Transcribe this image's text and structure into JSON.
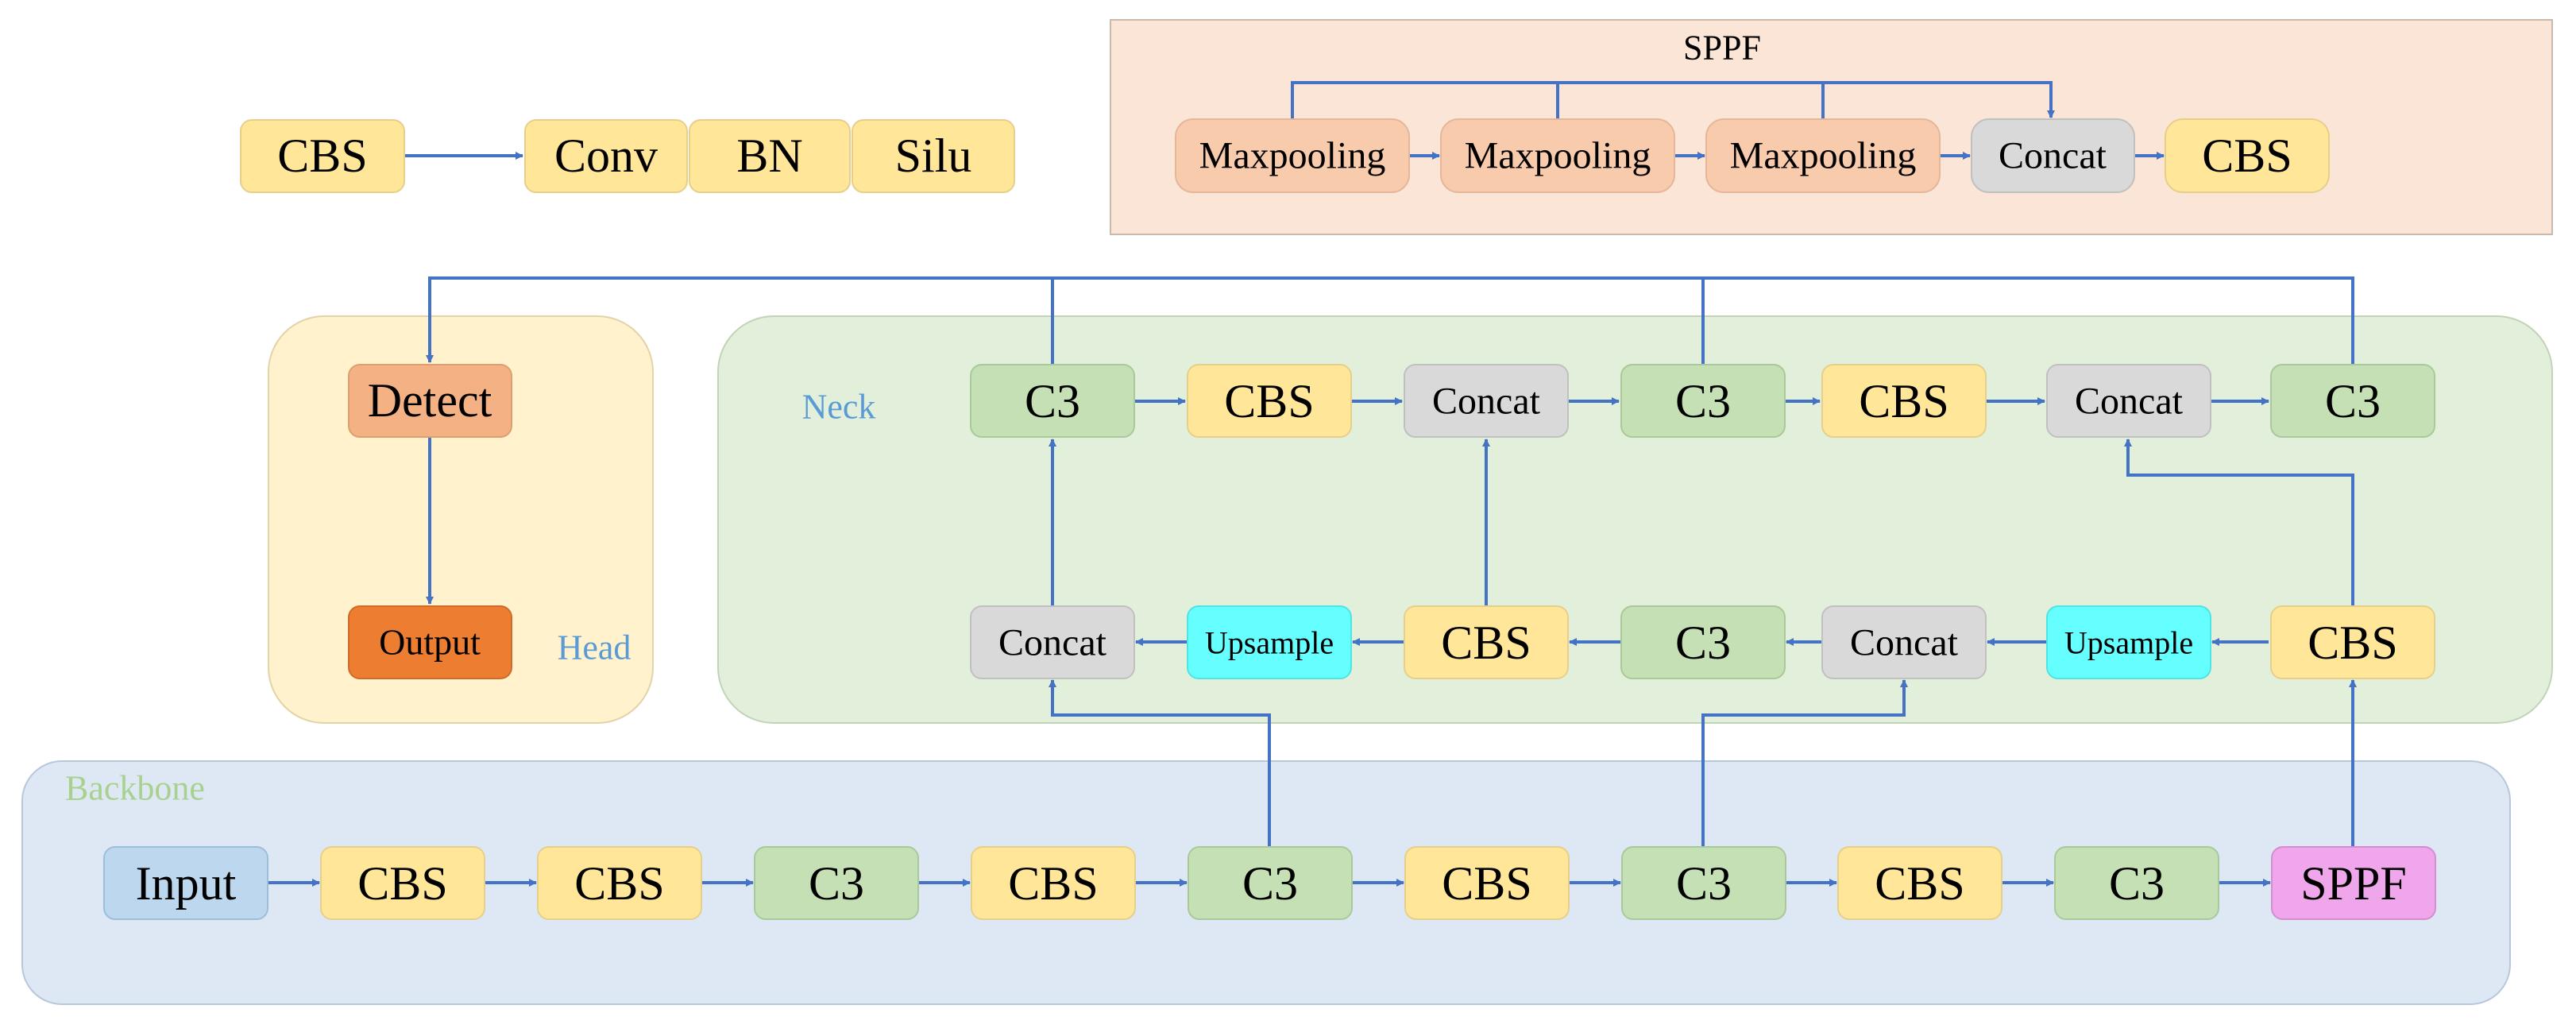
{
  "colors": {
    "arrow": "#4472C4",
    "cbs": "#FFE699",
    "c3": "#C5E0B4",
    "concat": "#D9D9D9",
    "upsample": "#66FFFF",
    "maxpool": "#F8CBAD",
    "detect": "#F4B183",
    "output": "#ED7D31",
    "input": "#BDD7EE",
    "sppf_block": "#EFA6EA",
    "backbone_bg": "#DEE8F5",
    "neck_bg": "#E2EFDA",
    "head_bg": "#FFF2CC",
    "sppf_bg": "#FBE5D6",
    "backbone_title": "#A9D18E",
    "neck_title": "#5B9BD5",
    "head_title": "#5B9BD5"
  },
  "legend": {
    "cbs": "CBS",
    "conv": "Conv",
    "bn": "BN",
    "silu": "Silu"
  },
  "sppf_panel": {
    "title": "SPPF",
    "maxpool_1": "Maxpooling",
    "maxpool_2": "Maxpooling",
    "maxpool_3": "Maxpooling",
    "concat": "Concat",
    "cbs": "CBS"
  },
  "head": {
    "title": "Head",
    "detect": "Detect",
    "output": "Output"
  },
  "neck": {
    "title": "Neck",
    "top_row": [
      "C3",
      "CBS",
      "Concat",
      "C3",
      "CBS",
      "Concat",
      "C3"
    ],
    "bottom_row": [
      "Concat",
      "Upsample",
      "CBS",
      "C3",
      "Concat",
      "Upsample",
      "CBS"
    ]
  },
  "backbone": {
    "title": "Backbone",
    "blocks": [
      "Input",
      "CBS",
      "CBS",
      "C3",
      "CBS",
      "C3",
      "CBS",
      "C3",
      "CBS",
      "C3",
      "SPPF"
    ]
  }
}
